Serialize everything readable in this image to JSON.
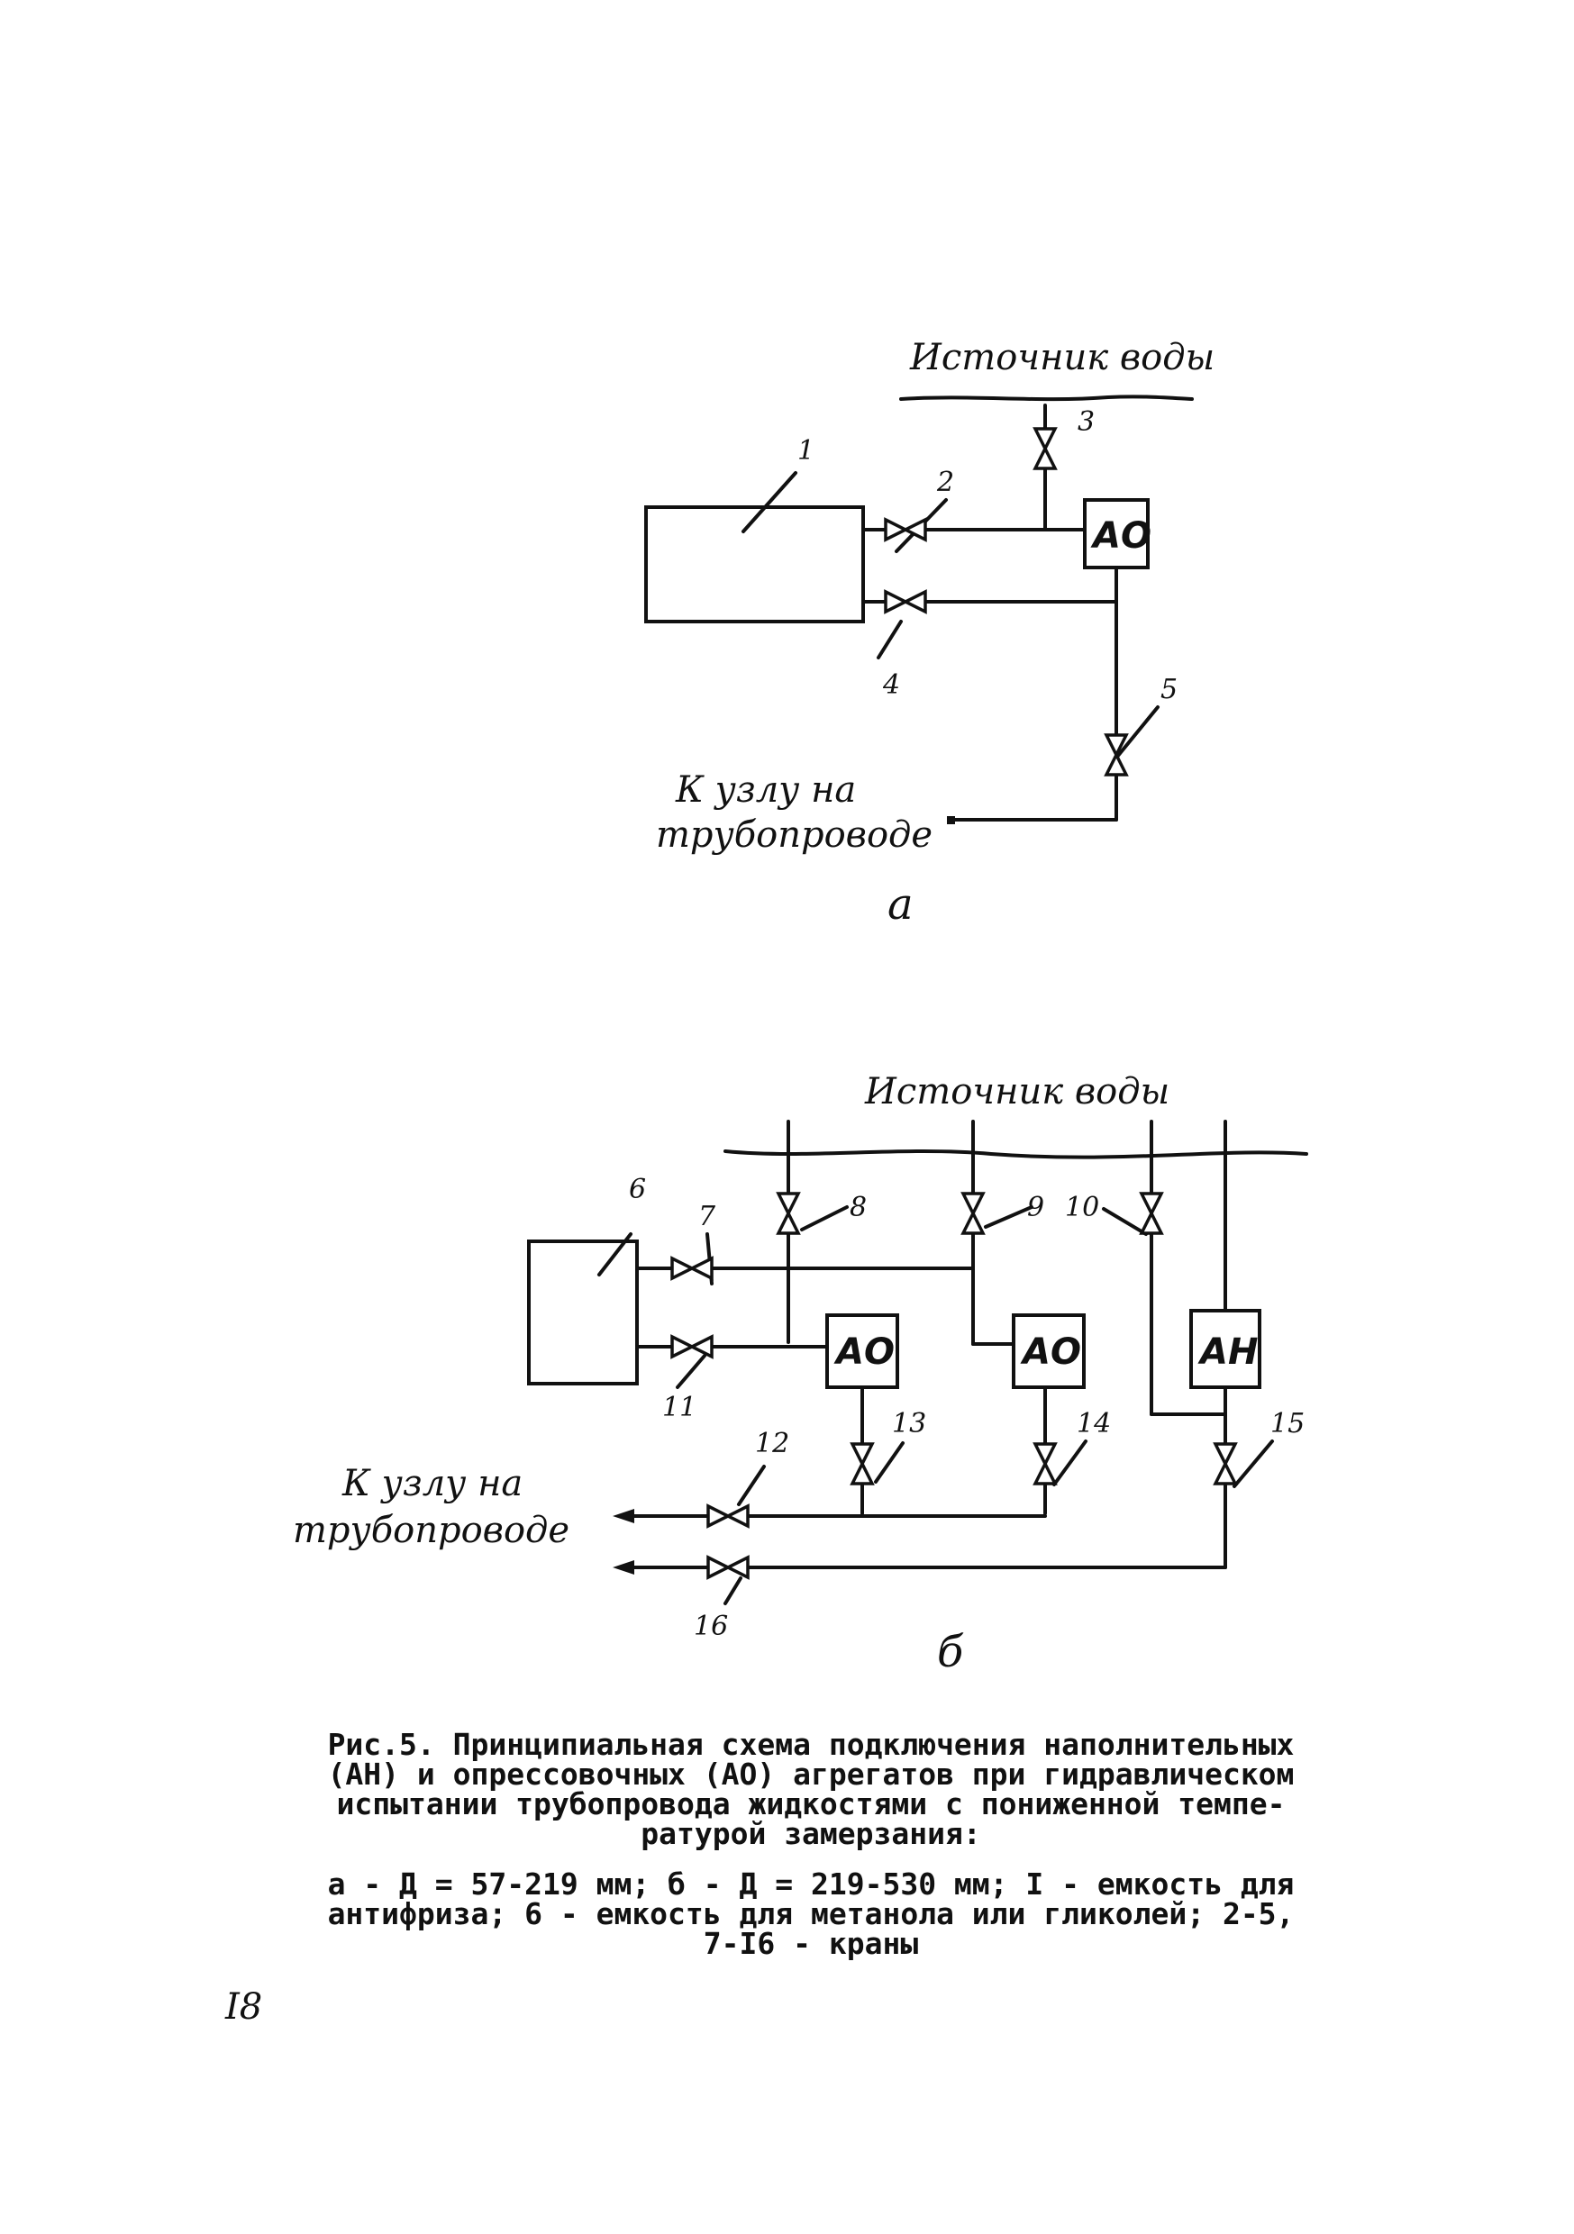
{
  "diagram_a": {
    "water_source": "Источник воды",
    "destination": [
      "К узлу на",
      "трубопроводе"
    ],
    "unit_ao": "АО",
    "tank_number": "1",
    "valves": [
      "2",
      "3",
      "4",
      "5"
    ],
    "sublabel": "а"
  },
  "diagram_b": {
    "water_source": "Источник воды",
    "destination": [
      "К узлу на",
      "трубопроводе"
    ],
    "unit_ao_1": "АО",
    "unit_ao_2": "АО",
    "unit_an": "АН",
    "tank_number": "6",
    "valves": [
      "7",
      "8",
      "9",
      "10",
      "11",
      "12",
      "13",
      "14",
      "15",
      "16"
    ],
    "sublabel": "б"
  },
  "caption": {
    "title_lines": [
      "Рис.5. Принципиальная схема подключения наполнительных",
      "(АН) и опрессовочных (АО) агрегатов при гидравлическом",
      "испытании трубопровода жидкостями  с пониженной темпе-",
      "ратурой замерзания:"
    ],
    "legend_lines": [
      "а - Д = 57-219 мм; б - Д = 219-530 мм; I - емкость для",
      "антифриза; 6 - емкость для метанола или гликолей; 2-5,",
      "7-I6 - краны"
    ]
  },
  "page_number": "I8"
}
